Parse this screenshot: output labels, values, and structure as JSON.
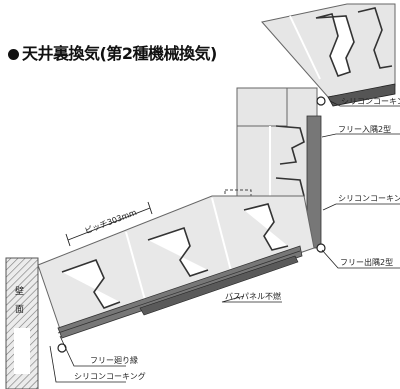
{
  "diagram": {
    "title": "天井裏換気(第2種機械換気)",
    "labels": {
      "silicone_top": "シリコンコーキング",
      "free_inner_corner": "フリー入隅2型",
      "silicone_mid": "シリコンコーキング",
      "free_outer_corner": "フリー出隅2型",
      "pitch": "ピッチ303mm",
      "bath_panel": "バスパネル不燃",
      "wall": [
        "壁",
        "面"
      ],
      "free_edge": "フリー廻り縁",
      "silicone_bottom": "シリコンコーキング"
    }
  }
}
